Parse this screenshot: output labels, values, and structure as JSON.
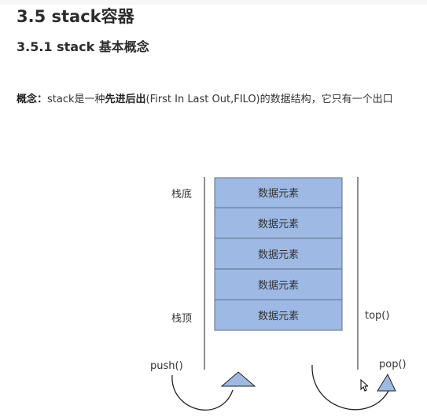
{
  "heading": "3.5 stack容器",
  "subheading": "3.5.1 stack 基本概念",
  "concept": {
    "label": "概念：",
    "text_before": "stack是一种",
    "emphasis": "先进后出",
    "text_after": "(First In Last Out,FILO)的数据结构，它只有一个出口"
  },
  "diagram": {
    "cells": [
      "数据元素",
      "数据元素",
      "数据元素",
      "数据元素",
      "数据元素"
    ],
    "label_bottom": "栈底",
    "label_top": "栈顶",
    "label_top_fn": "top()",
    "label_push": "push()",
    "label_pop": "pop()",
    "colors": {
      "cell_fill": "#9db9e4",
      "cell_border": "#5f6f86",
      "wall": "#555555",
      "arrow_fill": "#9db9e4",
      "arrow_stroke": "#222222"
    }
  }
}
